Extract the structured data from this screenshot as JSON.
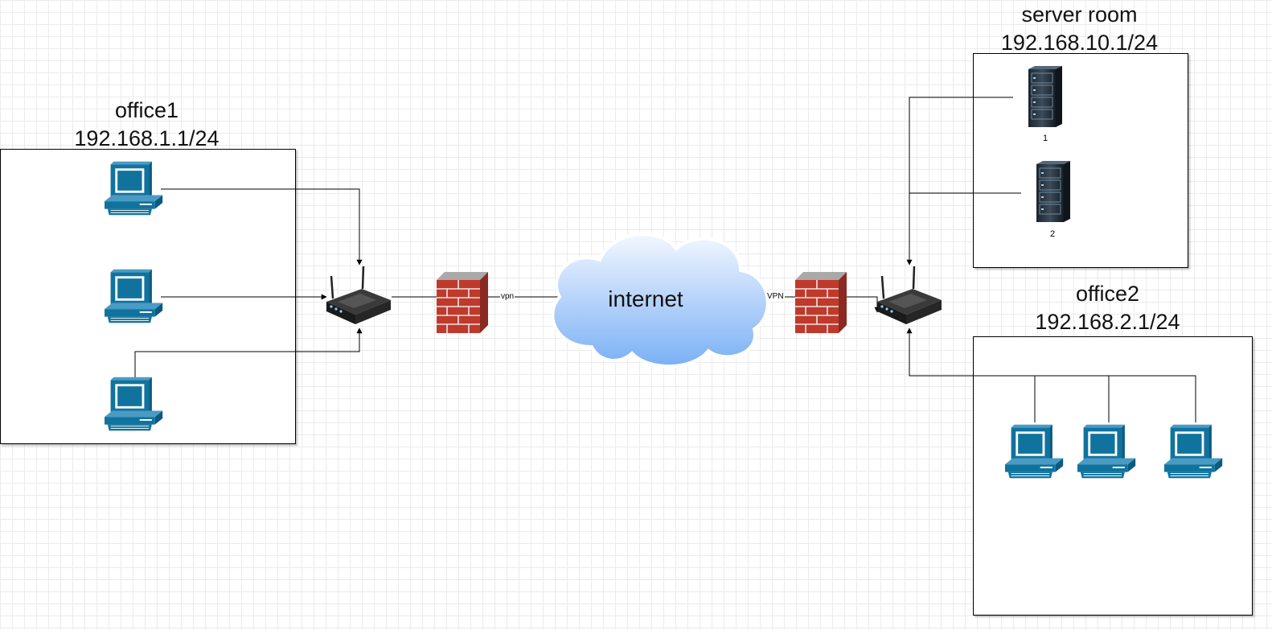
{
  "zones": {
    "office1": {
      "name": "office1",
      "subnet": "192.168.1.1/24"
    },
    "server_room": {
      "name": "server room",
      "subnet": "192.168.10.1/24"
    },
    "office2": {
      "name": "office2",
      "subnet": "192.168.2.1/24"
    }
  },
  "cloud": {
    "label": "internet"
  },
  "servers": [
    {
      "label": "1"
    },
    {
      "label": "2"
    }
  ],
  "links": {
    "left_vpn": "vpn",
    "right_vpn": "VPN"
  },
  "colors": {
    "computer": "#10739e",
    "firewall_brick": "#c0342c",
    "cloud_top": "#eef4ff",
    "cloud_bottom": "#7fb2f4",
    "router": "#2a2a2a",
    "server": "#2b3845"
  },
  "icons": [
    "computer-icon",
    "router-icon",
    "firewall-icon",
    "cloud-icon",
    "server-rack-icon"
  ]
}
